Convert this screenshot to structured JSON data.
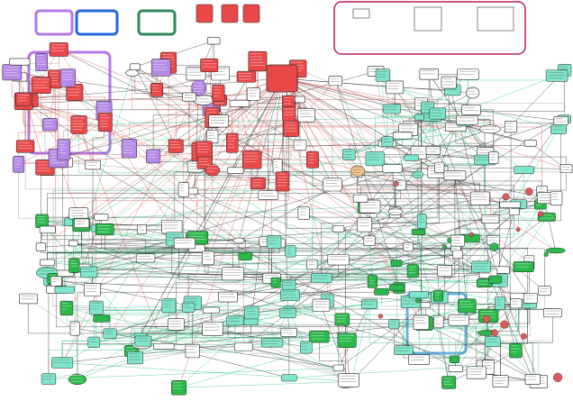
{
  "colors": {
    "background": "#ffffff",
    "edge_dark": "#333333",
    "edge_red": "#e05a5a",
    "edge_green": "#36c98a",
    "edge_gray": "#999999",
    "node_red": "#e94848",
    "node_purple": "#b58ae6",
    "node_green": "#2ab84a",
    "node_teal": "#7ee6cc",
    "node_white": "#ffffff",
    "node_orange": "#f6c48a",
    "compartment_purple": "#b577e8",
    "compartment_blue": "#2266dd",
    "compartment_green": "#2e8a5a",
    "compartment_magenta": "#c2185b",
    "compartment_lightblue": "#6fb0e8"
  },
  "node_kinds": [
    "red",
    "purple",
    "green",
    "teal",
    "white",
    "orange"
  ],
  "labels": {
    "compartment_label_1": "",
    "compartment_label_2": ""
  }
}
